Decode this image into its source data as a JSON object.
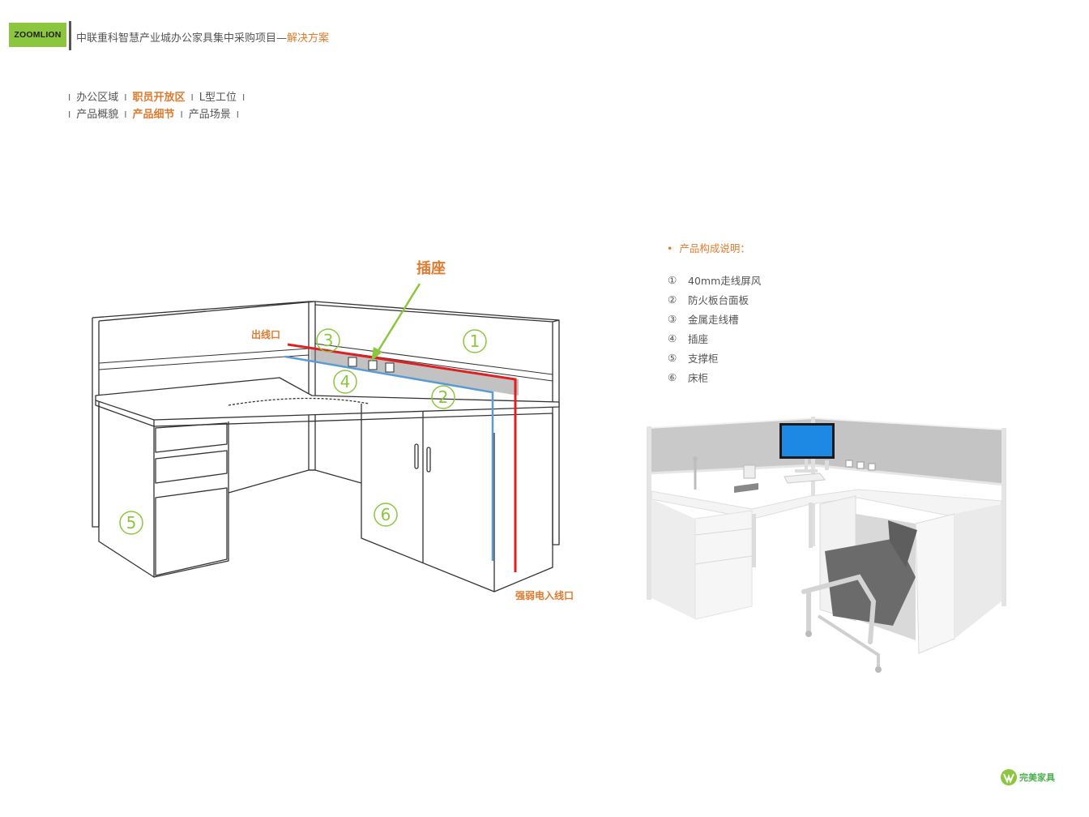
{
  "header": {
    "logo": "ZOOMLION",
    "title": "中联重科智慧产业城办公家具集中采购项目—",
    "title_accent": "解决方案"
  },
  "nav": {
    "row1": {
      "item1": "办公区域",
      "item2": "职员开放区",
      "item3": "L型工位"
    },
    "row2": {
      "item1": "产品概貌",
      "item2": "产品细节",
      "item3": "产品场景"
    }
  },
  "diagram": {
    "label_socket": "插座",
    "label_outlet": "出线口",
    "label_power_inlet": "强弱电入线口",
    "marker_1": "1",
    "marker_2": "2",
    "marker_3": "3",
    "marker_4": "4",
    "marker_5": "5",
    "marker_6": "6"
  },
  "specs": {
    "title": "产品构成说明：",
    "items": [
      {
        "num": "①",
        "text": "40mm走线屏风"
      },
      {
        "num": "②",
        "text": "防火板台面板"
      },
      {
        "num": "③",
        "text": "金属走线槽"
      },
      {
        "num": "④",
        "text": "插座"
      },
      {
        "num": "⑤",
        "text": "支撑柜"
      },
      {
        "num": "⑥",
        "text": "床柜"
      }
    ]
  },
  "footer": {
    "brand": "完美家具"
  },
  "colors": {
    "accent": "#e07a2e",
    "logo_bg": "#8cc63f",
    "marker": "#8cc63f",
    "red_line": "#e02020",
    "blue_line": "#5b9bd5"
  }
}
